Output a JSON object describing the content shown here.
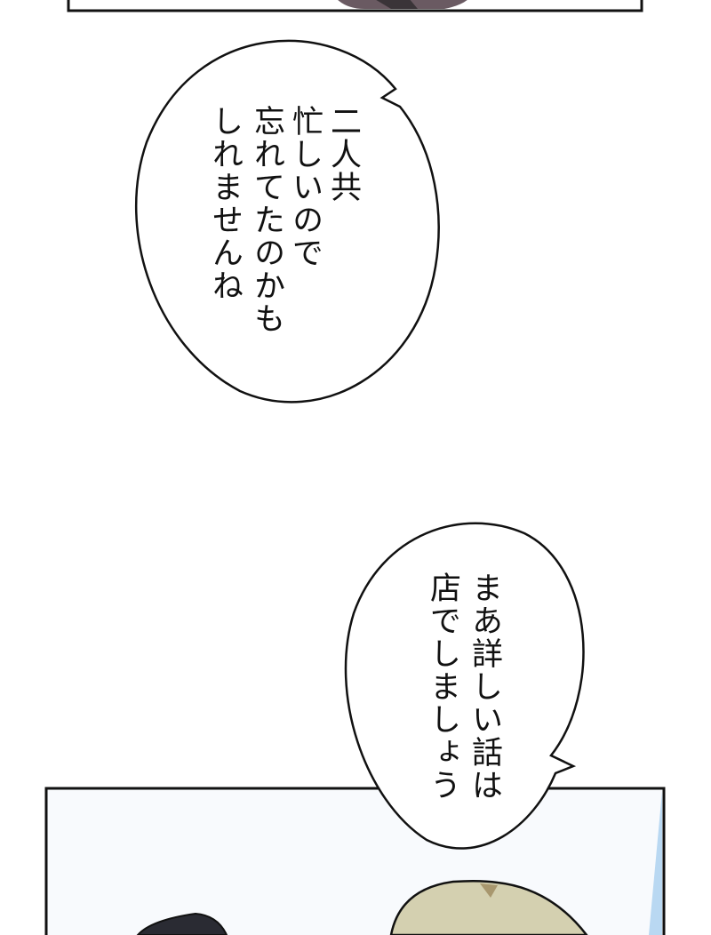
{
  "bubble_1": {
    "lines": [
      "二人共",
      "忙しいので",
      "忘れてたのかも",
      "しれませんね"
    ]
  },
  "bubble_2": {
    "lines": [
      "まあ詳しい話は",
      "店でしましょう"
    ]
  },
  "colors": {
    "panel_border": "#111111",
    "panel_bg": "#f8fafd",
    "light_beam": "#b9d8f2",
    "dark_hair": "#2a2b33",
    "blond_hair": "#d4d0b0"
  }
}
